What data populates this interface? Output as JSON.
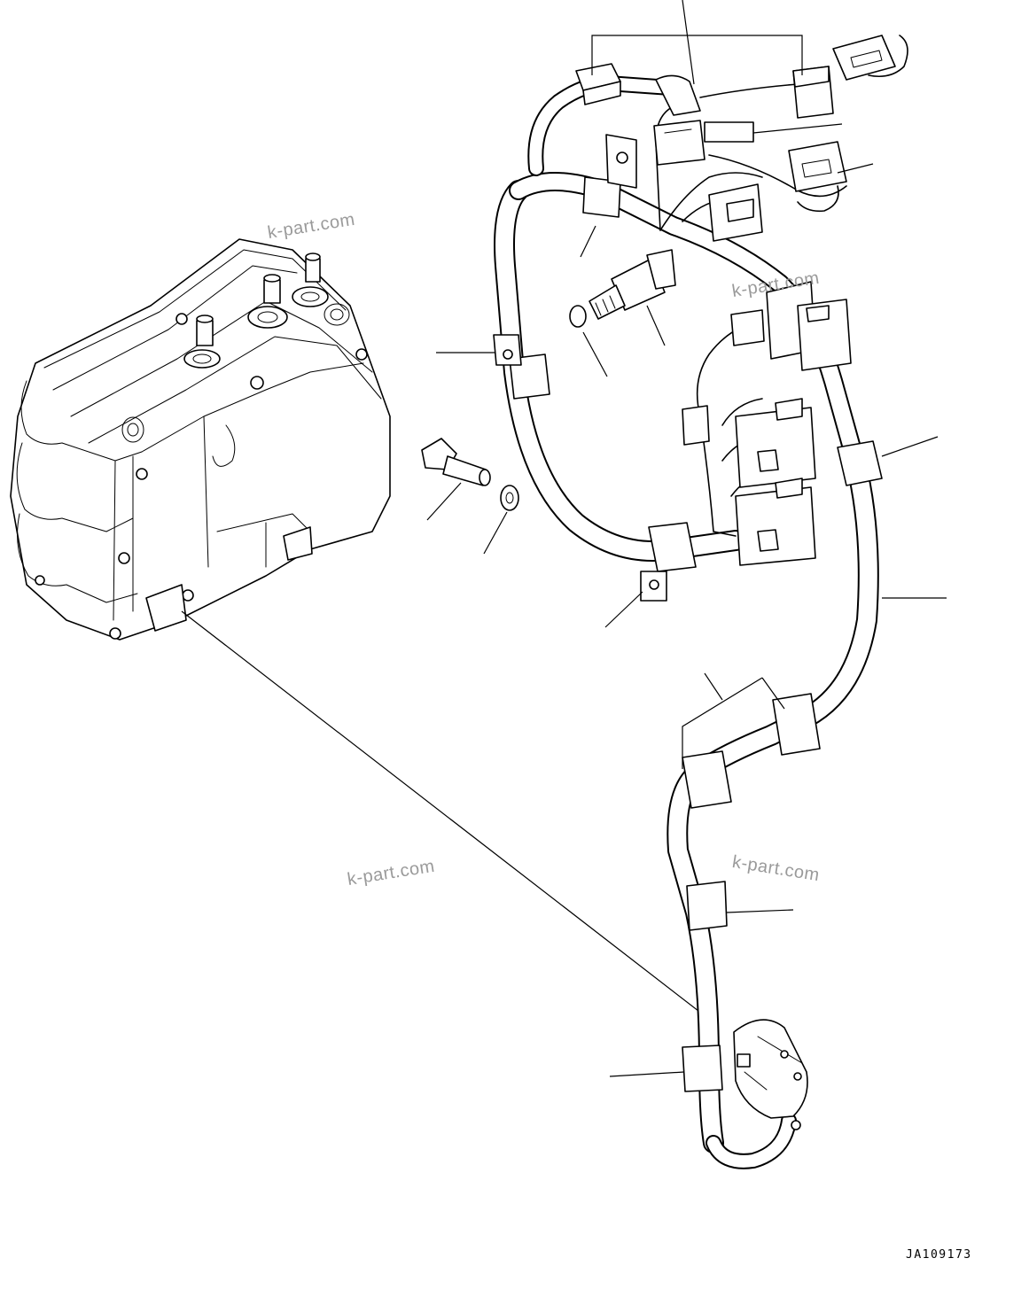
{
  "watermarks": [
    "k-part.com",
    "k-part.com",
    "k-part.com",
    "k-part.com"
  ],
  "figure_id": "JA109173"
}
